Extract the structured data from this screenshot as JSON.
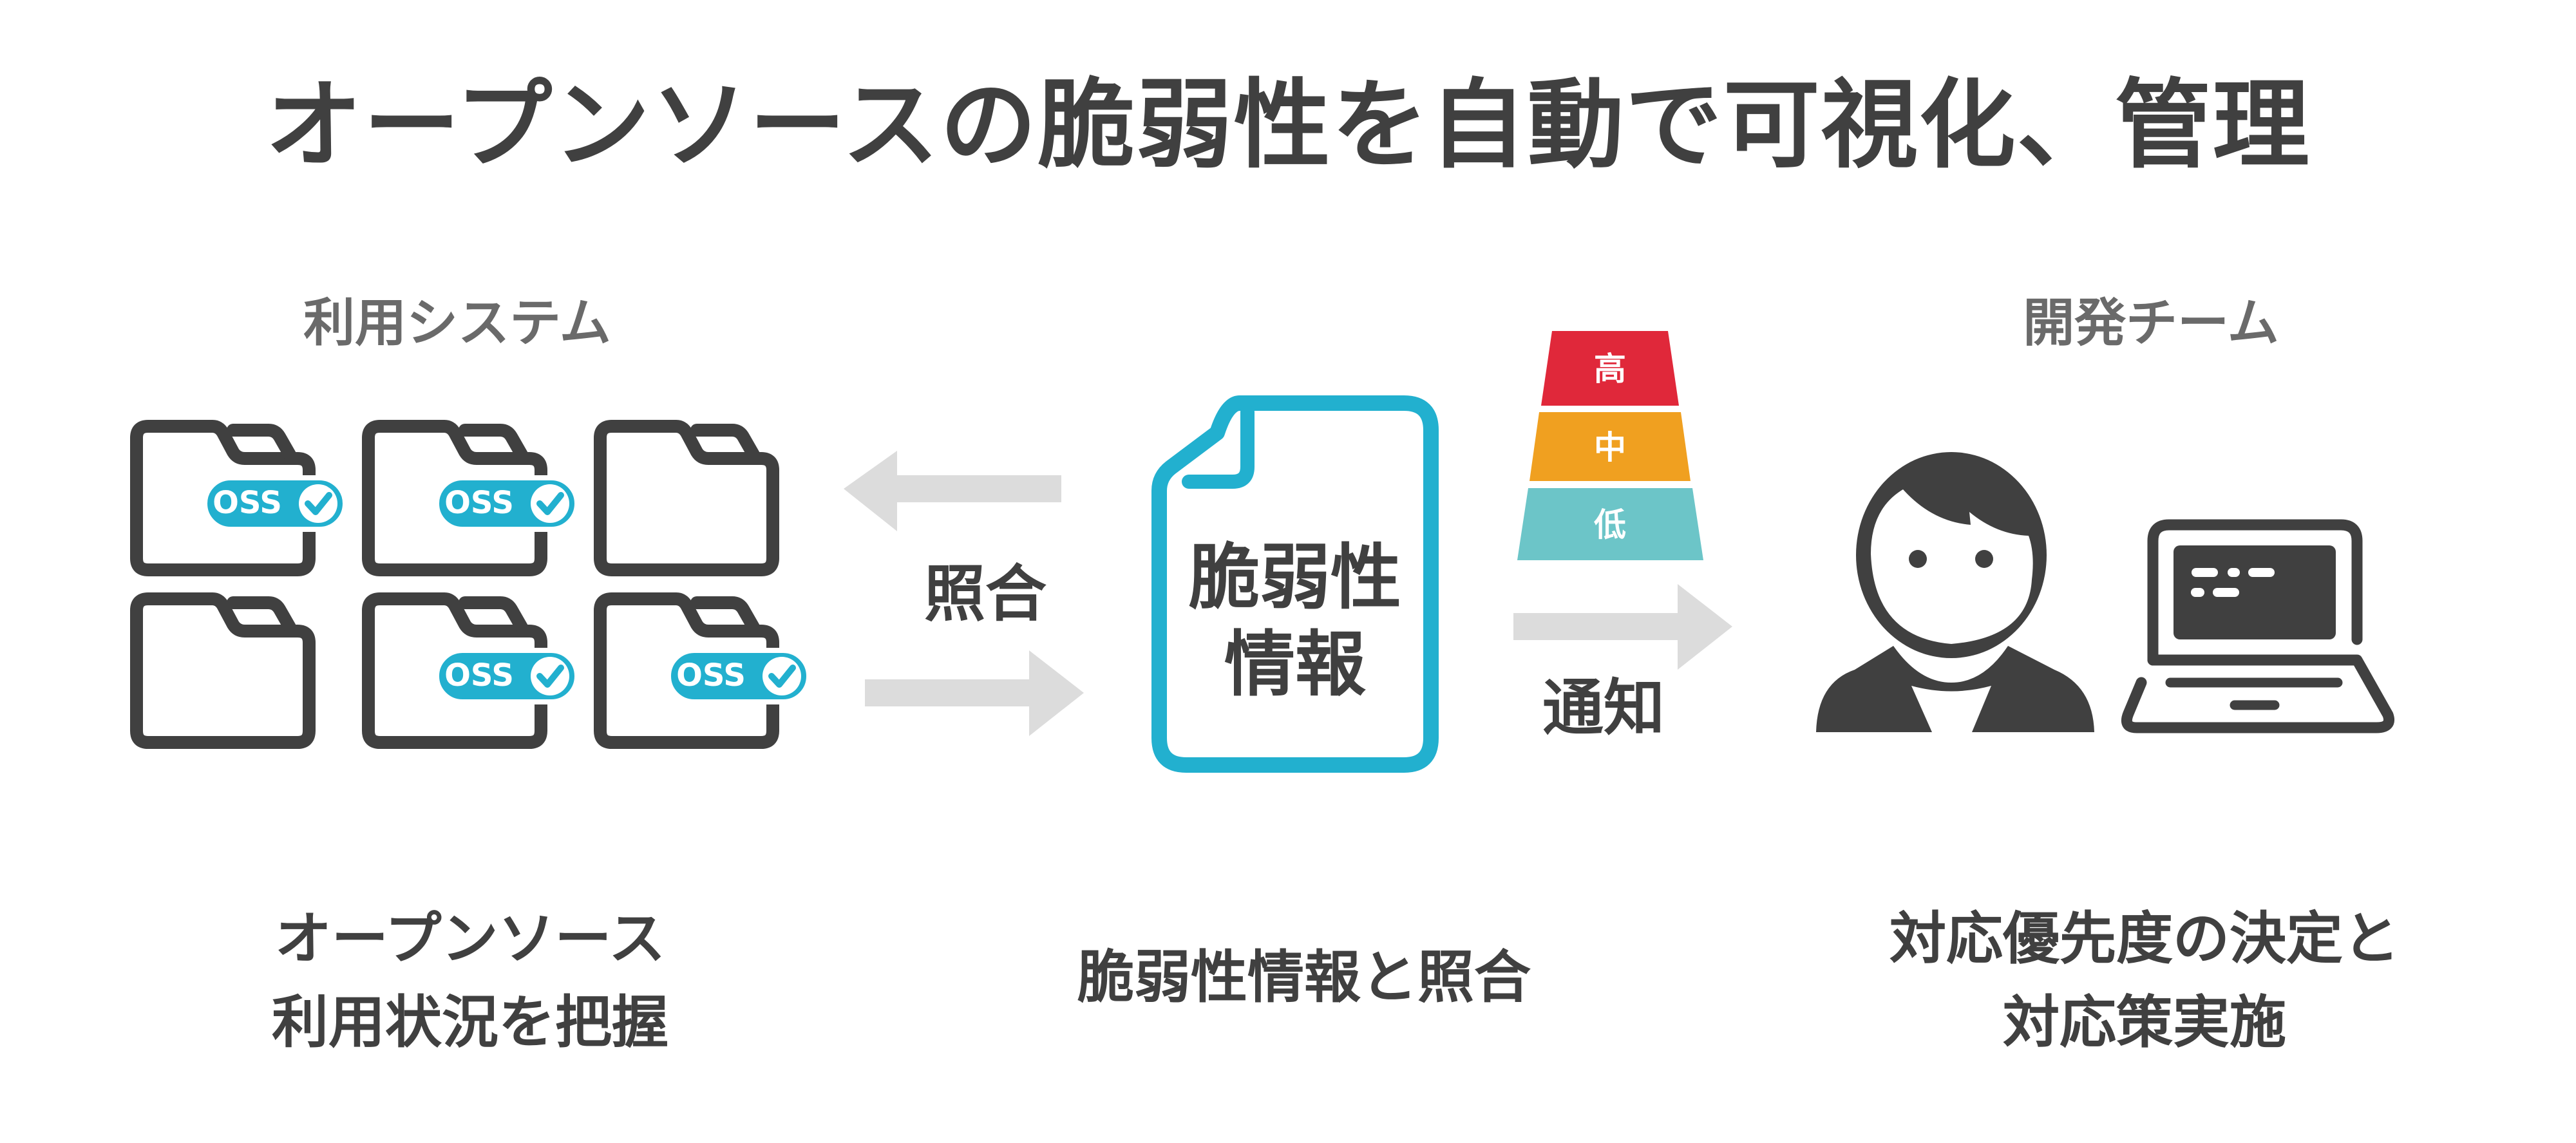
{
  "title": "オープンソースの脆弱性を自動で可視化、管理",
  "left": {
    "label": "利用システム",
    "badge_text": "OSS",
    "folders": [
      {
        "has_oss": true
      },
      {
        "has_oss": true
      },
      {
        "has_oss": false
      },
      {
        "has_oss": false
      },
      {
        "has_oss": true
      },
      {
        "has_oss": true
      }
    ],
    "caption_line1": "オープンソース",
    "caption_line2": "利用状況を把握"
  },
  "center": {
    "match_label": "照合",
    "doc_line1": "脆弱性",
    "doc_line2": "情報",
    "caption": "脆弱性情報と照合"
  },
  "notify": {
    "label": "通知",
    "tiers": [
      {
        "label": "高",
        "color": "#e0283a"
      },
      {
        "label": "中",
        "color": "#f0a020"
      },
      {
        "label": "低",
        "color": "#6cc5c8"
      }
    ]
  },
  "right": {
    "label": "開発チーム",
    "caption_line1": "対応優先度の決定と",
    "caption_line2": "対応策実施"
  },
  "colors": {
    "text": "#404040",
    "label": "#6a6a6a",
    "accent": "#22b0cf",
    "arrow": "#dcdcdc",
    "icon": "#404040"
  }
}
